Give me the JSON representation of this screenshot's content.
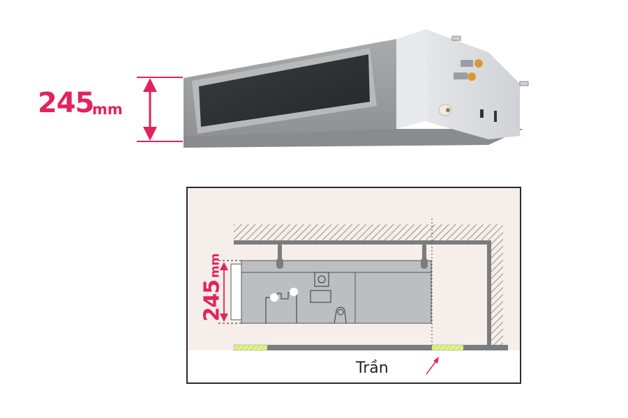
{
  "product_photo": {
    "dimension_value": "245",
    "dimension_unit": "mm",
    "subject": "ceiling-concealed ducted air conditioner indoor unit"
  },
  "installation_diagram": {
    "dimension_value": "245",
    "dimension_unit": "mm",
    "ceiling_label": "Trần"
  },
  "colors": {
    "accent_pink": "#e0245e",
    "room_background": "#f6eeea",
    "unit_gray": "#bdbec1",
    "structure_gray": "#7b7c7e",
    "grille_yellow_green": "#d8e86a",
    "frame_border": "#2a2a2a"
  }
}
